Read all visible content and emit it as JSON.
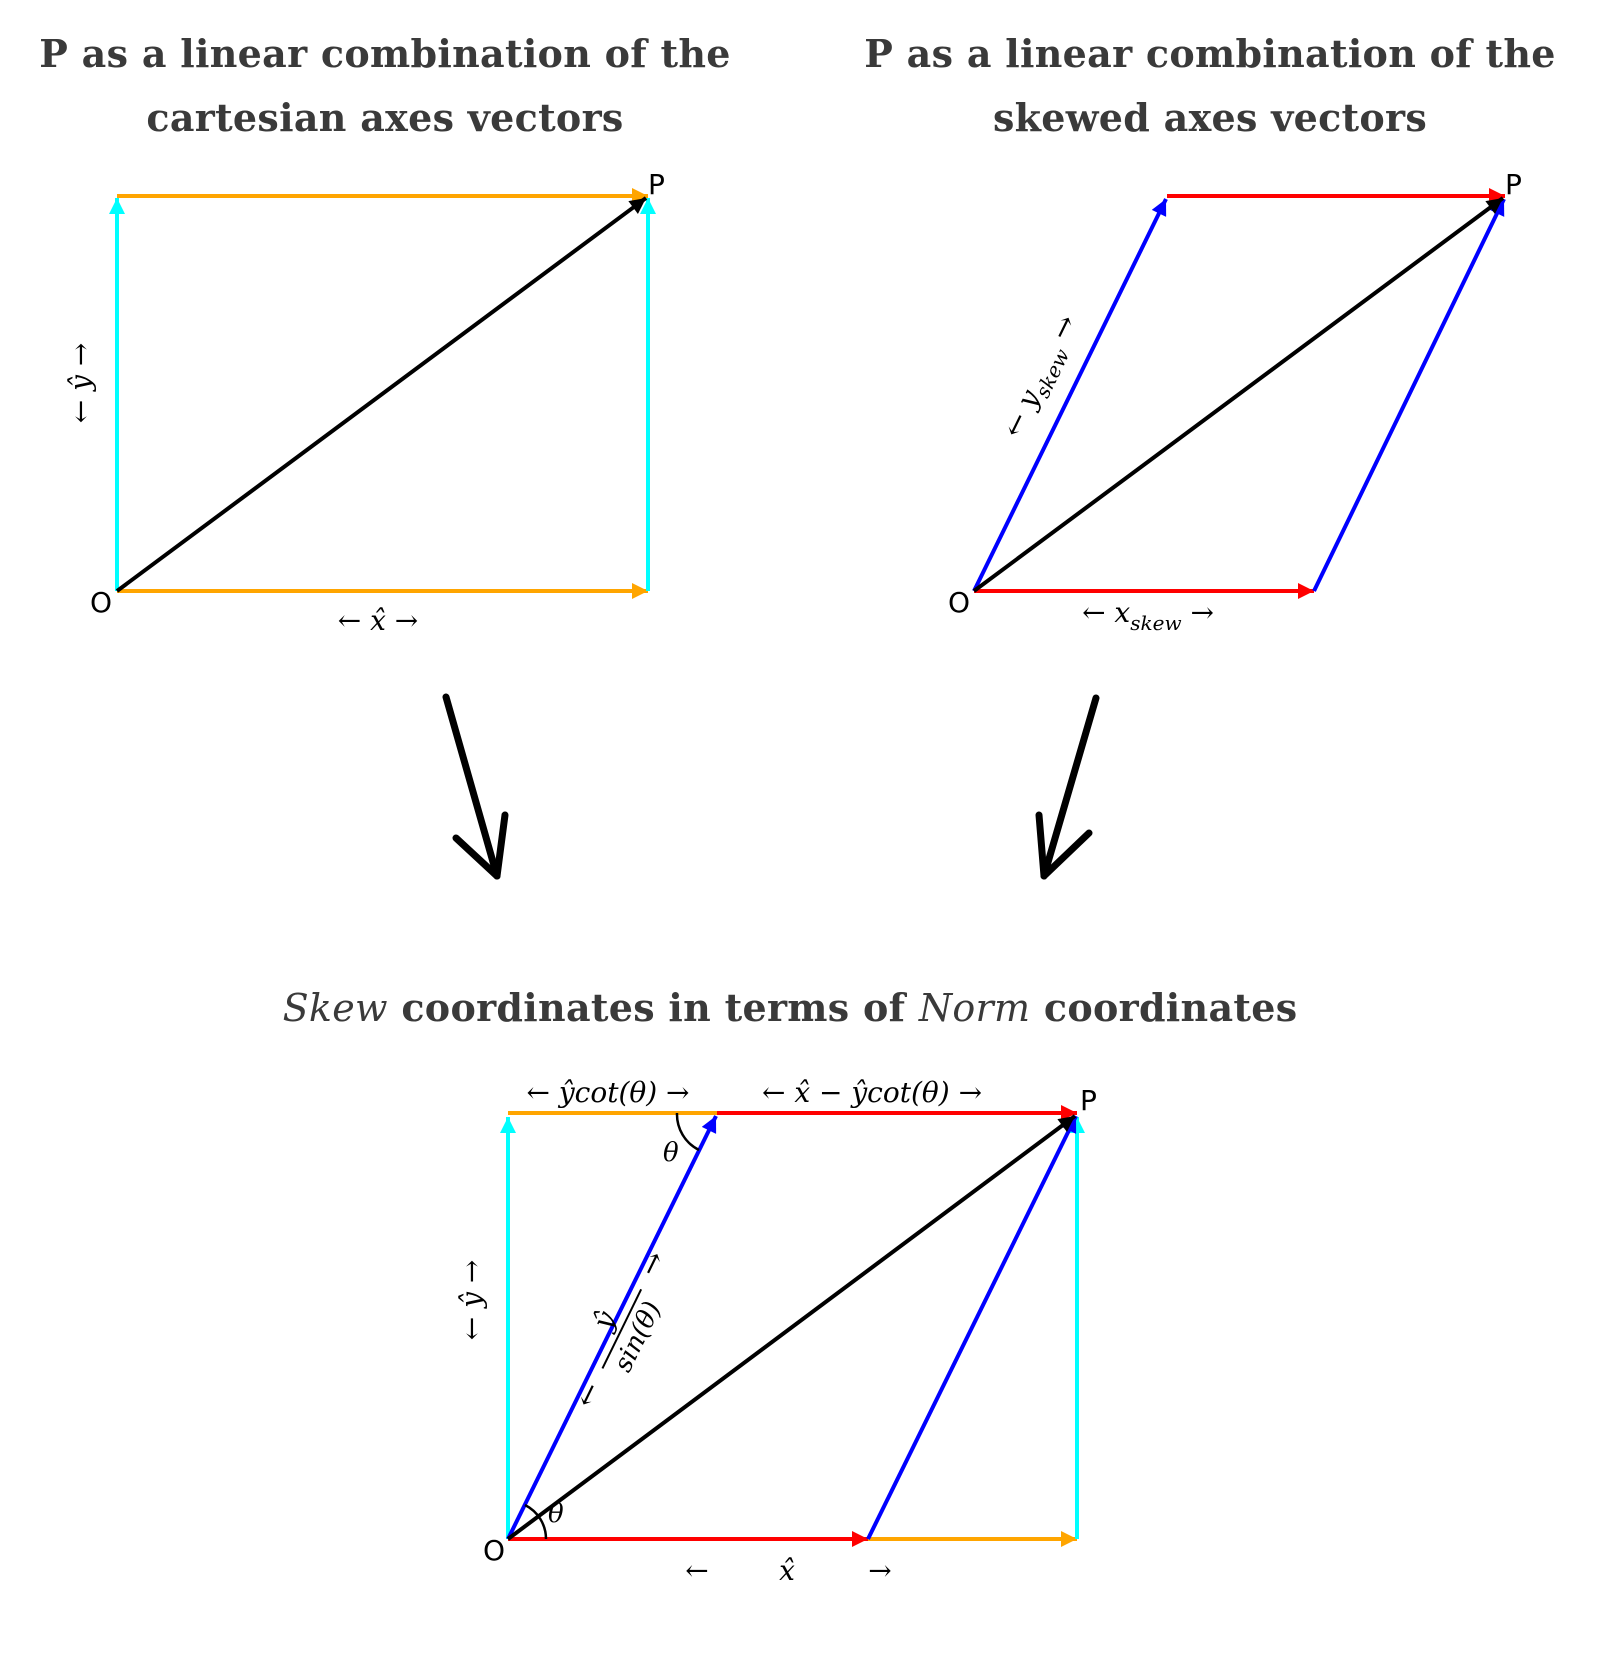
{
  "titles": {
    "left_line1": "P as a linear combination of the",
    "left_line2": "cartesian axes vectors",
    "right_line1": "P as a linear combination of the",
    "right_line2": "skewed axes vectors",
    "bottom_skew": "Skew",
    "bottom_mid": " coordinates in terms of ",
    "bottom_norm": "Norm",
    "bottom_end": " coordinates"
  },
  "labels": {
    "origin": "O",
    "point": "P",
    "x_hat": "← x̂ →",
    "y_hat": "← ŷ →",
    "x_skew": "← x",
    "x_skew_sub": "skew",
    "x_skew_end": " →",
    "y_skew": "← y",
    "y_skew_sub": "skew",
    "y_skew_end": " →",
    "ycot": "← ŷcot(θ) →",
    "x_minus_ycot": "← x̂ − ŷcot(θ) →",
    "theta": "θ",
    "y_over_sin_num": "ŷ",
    "y_over_sin_den": "sin(θ)",
    "left_arrow": "←",
    "right_arrow": "→",
    "x_hat_plain": "x̂"
  },
  "colors": {
    "orange": "#FFA500",
    "cyan": "#00FFFF",
    "black": "#000000",
    "red": "#FF0000",
    "blue": "#0000FF",
    "title_text": "#3a3a3a"
  }
}
